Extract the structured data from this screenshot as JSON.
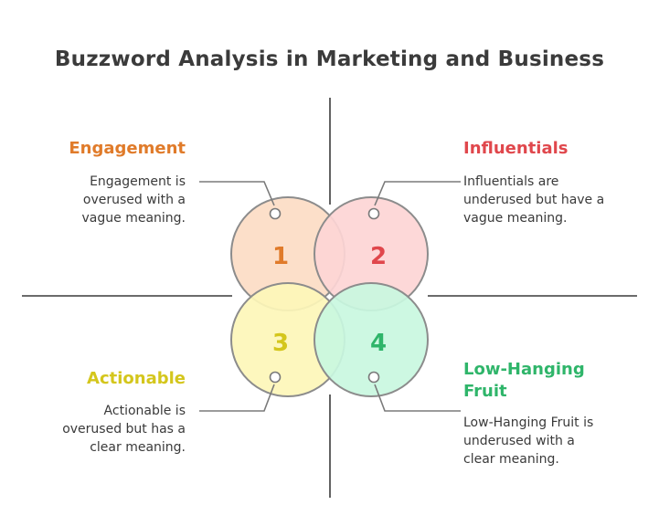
{
  "title": "Buzzword Analysis in Marketing and Business",
  "quadrants": [
    {
      "number": "1",
      "label": "Engagement",
      "description_lines": [
        "Engagement is",
        "overused with a",
        "vague meaning."
      ],
      "color": "#e07b2a",
      "fill": "#fcdcc4"
    },
    {
      "number": "2",
      "label": "Influentials",
      "description_lines": [
        "Influentials are",
        "underused but have a",
        "vague meaning."
      ],
      "color": "#e0474c",
      "fill": "#fdd5d5"
    },
    {
      "number": "3",
      "label": "Actionable",
      "description_lines": [
        "Actionable is",
        "overused but has a",
        "clear meaning."
      ],
      "color": "#d4c61c",
      "fill": "#fdf6b8"
    },
    {
      "number": "4",
      "label_lines": [
        "Low-Hanging",
        "Fruit"
      ],
      "description_lines": [
        "Low-Hanging Fruit is",
        "underused with a",
        "clear meaning."
      ],
      "color": "#2fb56a",
      "fill": "#c9f7e0"
    }
  ]
}
